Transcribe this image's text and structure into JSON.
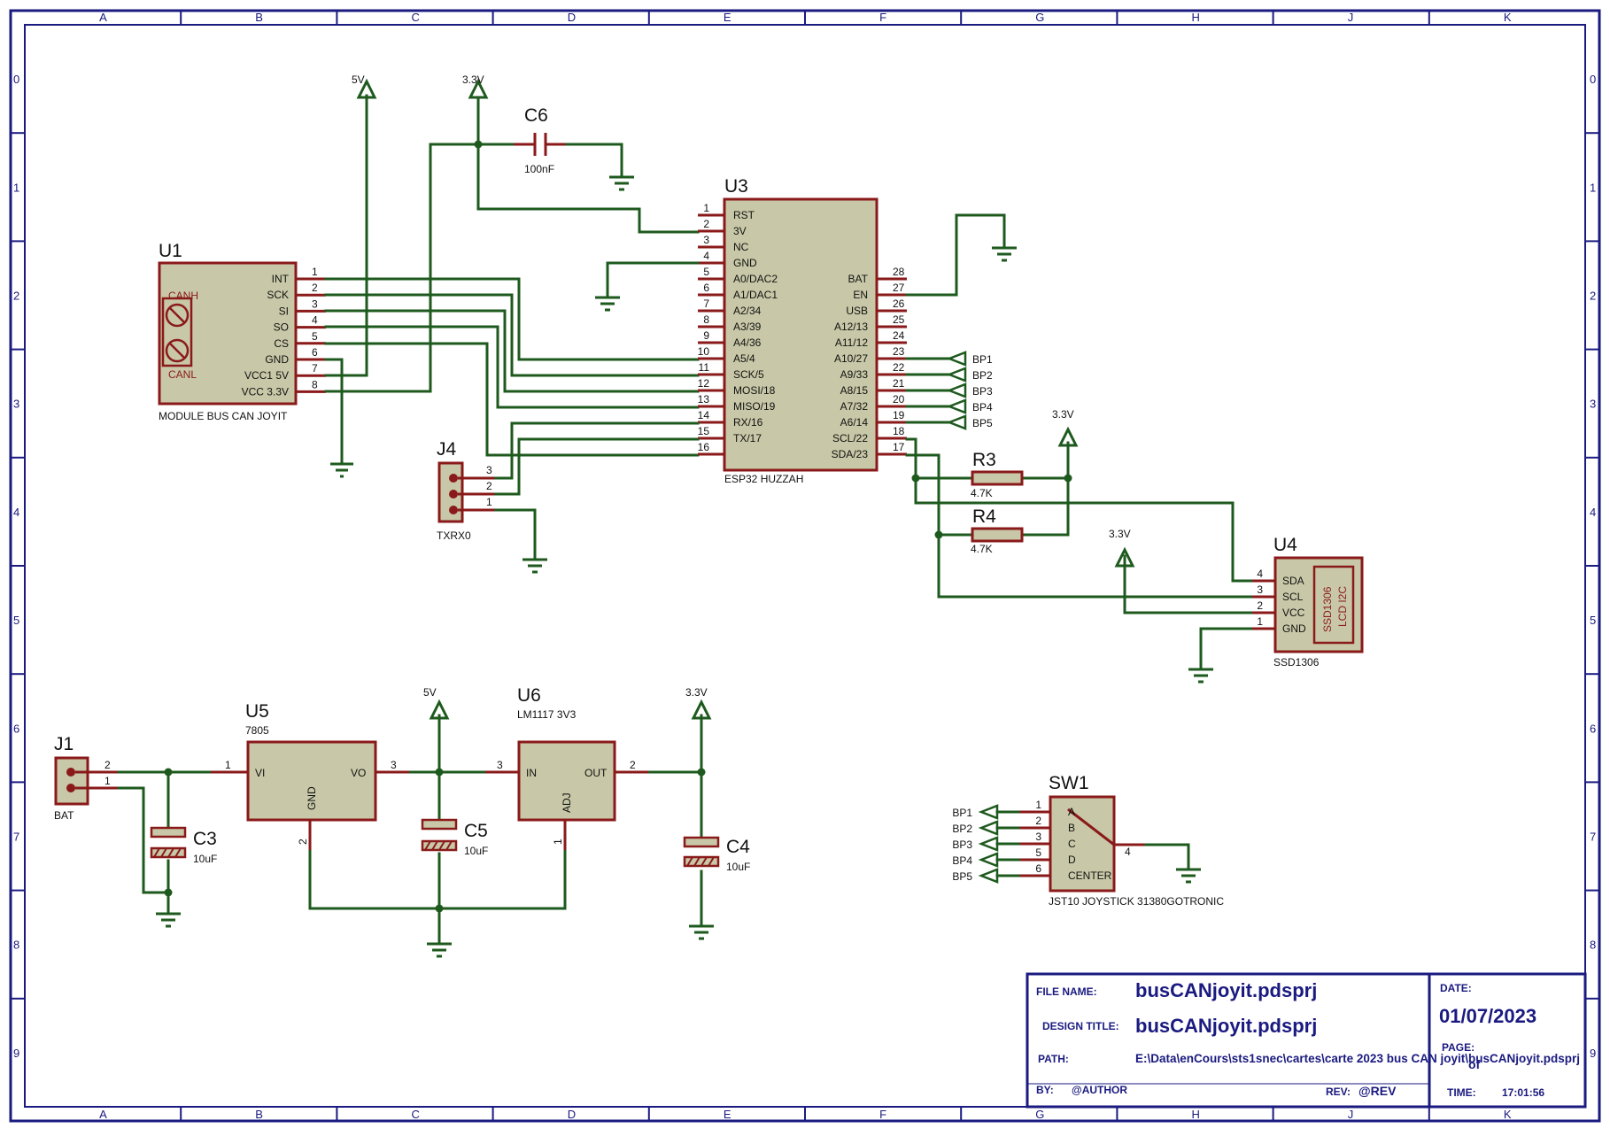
{
  "zones": {
    "columns": [
      "A",
      "B",
      "C",
      "D",
      "E",
      "F",
      "G",
      "H",
      "J",
      "K"
    ],
    "rows": [
      "0",
      "1",
      "2",
      "3",
      "4",
      "5",
      "6",
      "7",
      "8",
      "9"
    ]
  },
  "power": {
    "v5": "5V",
    "v33": "3.3V"
  },
  "components": {
    "u1": {
      "ref": "U1",
      "value": "MODULE BUS CAN JOYIT",
      "pins": [
        "INT",
        "SCK",
        "SI",
        "SO",
        "CS",
        "GND",
        "VCC1 5V",
        "VCC 3.3V"
      ],
      "pin_numbers": [
        "1",
        "2",
        "3",
        "4",
        "5",
        "6",
        "7",
        "8"
      ],
      "conn_labels": [
        "CANH",
        "CANL"
      ]
    },
    "u3": {
      "ref": "U3",
      "value": "ESP32 HUZZAH",
      "left_pins": [
        "RST",
        "3V",
        "NC",
        "GND",
        "A0/DAC2",
        "A1/DAC1",
        "A2/34",
        "A3/39",
        "A4/36",
        "A5/4",
        "SCK/5",
        "MOSI/18",
        "MISO/19",
        "RX/16",
        "TX/17"
      ],
      "left_nums": [
        "1",
        "2",
        "3",
        "4",
        "5",
        "6",
        "7",
        "8",
        "9",
        "10",
        "11",
        "12",
        "13",
        "14",
        "15",
        "16"
      ],
      "right_pins": [
        "BAT",
        "EN",
        "USB",
        "A12/13",
        "A11/12",
        "A10/27",
        "A9/33",
        "A8/15",
        "A7/32",
        "A6/14",
        "SCL/22",
        "SDA/23"
      ],
      "right_nums": [
        "28",
        "27",
        "26",
        "25",
        "24",
        "23",
        "22",
        "21",
        "20",
        "19",
        "18",
        "17"
      ]
    },
    "c6": {
      "ref": "C6",
      "value": "100nF"
    },
    "j4": {
      "ref": "J4",
      "value": "TXRX0",
      "pin_numbers": [
        "3",
        "2",
        "1"
      ]
    },
    "r3": {
      "ref": "R3",
      "value": "4.7K"
    },
    "r4": {
      "ref": "R4",
      "value": "4.7K"
    },
    "u4": {
      "ref": "U4",
      "value": "SSD1306",
      "pins": [
        "SDA",
        "SCL",
        "VCC",
        "GND"
      ],
      "pin_numbers": [
        "4",
        "3",
        "2",
        "1"
      ],
      "label1": "SSD1306",
      "label2": "LCD I2C"
    },
    "j1": {
      "ref": "J1",
      "value": "BAT",
      "pin_numbers": [
        "2",
        "1"
      ]
    },
    "u5": {
      "ref": "U5",
      "value": "7805",
      "pins": [
        "VI",
        "VO",
        "GND"
      ],
      "pin_numbers": [
        "1",
        "3",
        "2"
      ]
    },
    "c3": {
      "ref": "C3",
      "value": "10uF"
    },
    "c5": {
      "ref": "C5",
      "value": "10uF"
    },
    "u6": {
      "ref": "U6",
      "value": "LM1117 3V3",
      "pins": [
        "IN",
        "OUT",
        "ADJ"
      ],
      "pin_numbers": [
        "3",
        "2",
        "1"
      ]
    },
    "c4": {
      "ref": "C4",
      "value": "10uF"
    },
    "sw1": {
      "ref": "SW1",
      "value": "JST10 JOYSTICK 31380GOTRONIC",
      "pins": [
        "A",
        "B",
        "C",
        "D",
        "CENTER"
      ],
      "pin_numbers": [
        "1",
        "2",
        "3",
        "5",
        "6"
      ],
      "common_pin": "4"
    }
  },
  "net_labels": [
    "BP1",
    "BP2",
    "BP3",
    "BP4",
    "BP5"
  ],
  "title_block": {
    "file_name_label": "FILE NAME:",
    "file_name": "busCANjoyit.pdsprj",
    "design_title_label": "DESIGN TITLE:",
    "design_title": "busCANjoyit.pdsprj",
    "path_label": "PATH:",
    "path": "E:\\Data\\enCours\\sts1snec\\cartes\\carte 2023 bus CAN joyit\\busCANjoyit.pdsprj",
    "by_label": "BY:",
    "by": "@AUTHOR",
    "rev_label": "REV:",
    "rev": "@REV",
    "date_label": "DATE:",
    "date": "01/07/2023",
    "page_label": "PAGE:",
    "page_of": "of",
    "time_label": "TIME:",
    "time": "17:01:56"
  }
}
